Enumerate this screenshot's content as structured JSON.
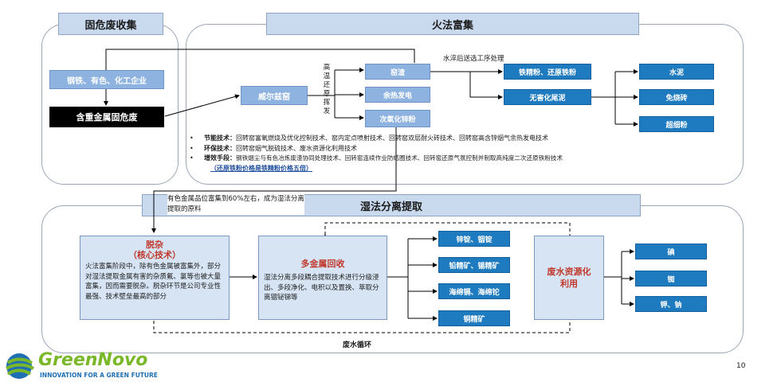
{
  "headers": {
    "collect": "固危废收集",
    "fire": "火法富集",
    "wet": "湿法分离提取"
  },
  "collect": {
    "industry": "钢铁、有色、化工企业",
    "waste": "含重金属固危废"
  },
  "fire": {
    "kiln": "威尔兹窑",
    "vertical_label": "高温还原挥发",
    "products": [
      "窑渣",
      "余热发电",
      "次氧化锌粉"
    ],
    "water_note": "水淬后送选工序处理",
    "iron": "铁精粉、还原铁粉",
    "tailings": "无害化尾泥",
    "outputs": [
      "水泥",
      "免烧砖",
      "超细粉"
    ],
    "tech": [
      {
        "label": "节能技术：",
        "text": "回转窑富氧燃烧及优化控制技术、窑内定点喷射技术、回转窑双层耐火砖技术、回转窑高含锌烟气余热发电技术"
      },
      {
        "label": "环保技术：",
        "text": "回转窑烟气脱硫技术、废水资源化利用技术"
      },
      {
        "label": "增效手段：",
        "text": "钢铁烟尘与有色冶炼废渣协同处理技术、回转窑连续作业防结圈技术、回转窑还原气氛控制并制取高纯度二次还原铁粉技术"
      }
    ],
    "tech_note": "（还原铁粉价格是铁精粉价格五倍）"
  },
  "mid_note": "有色金属品位富集到60%左右，成为湿法分离提取的原料",
  "wet": {
    "deimpurity_title": "脱杂\n（核心技术）",
    "deimpurity_text": "火法富集阶段中，除有色金属被富集外，部分对湿法提取金属有害的杂质氟、氯等也被大量富集，因而需要脱杂。脱杂环节是公司专业性最强、技术壁垒最高的部分",
    "multi_title": "多金属回收",
    "multi_text": "湿法分离多段耦合提取技术进行分级浸出、多段净化、电积以及置换、萃取分离铟铋锑等",
    "metals": [
      "锌锭、铟锭",
      "铅精矿、锡精矿",
      "海绵镉、海绵铊",
      "铜精矿"
    ],
    "water_title": "废水资源化利用",
    "salts": [
      "碘",
      "铷",
      "钾、钠"
    ],
    "recycle": "废水循环"
  },
  "logo": {
    "name": "GreenNovo",
    "tagline": "INNOVATION FOR A GREEN FUTURE",
    "colors": {
      "green": "#7ab829",
      "blue": "#1f6fb5"
    }
  },
  "page_number": "10"
}
